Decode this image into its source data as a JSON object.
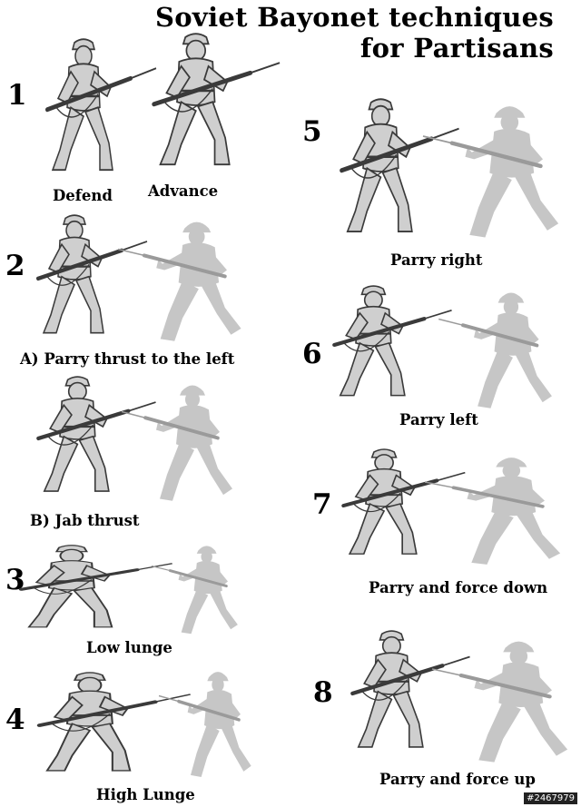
{
  "title": {
    "line1": "Soviet Bayonet techniques",
    "line2": "for Partisans"
  },
  "panels": {
    "p1": {
      "number": "1",
      "captions": [
        "Defend",
        "Advance"
      ]
    },
    "p2": {
      "number": "2",
      "captions": [
        "A) Parry thrust to the left",
        "B) Jab thrust"
      ]
    },
    "p3": {
      "number": "3",
      "caption": "Low lunge"
    },
    "p4": {
      "number": "4",
      "caption": "High Lunge"
    },
    "p5": {
      "number": "5",
      "caption": "Parry right"
    },
    "p6": {
      "number": "6",
      "caption": "Parry left"
    },
    "p7": {
      "number": "7",
      "caption": "Parry and force down"
    },
    "p8": {
      "number": "8",
      "caption": "Parry and force up"
    }
  },
  "colors": {
    "soldier_fill": "#cfcfcf",
    "soldier_outline": "#3a3a3a",
    "silhouette_fill": "#c6c6c6",
    "text": "#000000"
  },
  "watermark": "#2467979"
}
